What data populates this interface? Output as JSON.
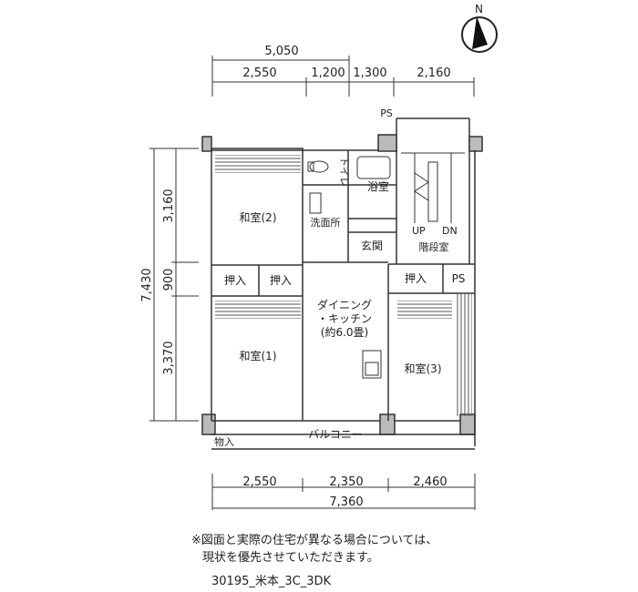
{
  "dimensions": {
    "top_total": "5,050",
    "top_segments": [
      "2,550",
      "1,200",
      "1,300",
      "2,160"
    ],
    "left_total": "7,430",
    "left_segments": [
      "3,160",
      "900",
      "3,370"
    ],
    "bottom_segments": [
      "2,550",
      "2,350",
      "2,460"
    ],
    "bottom_total": "7,360"
  },
  "rooms": {
    "washitsu_2": "和室(2)",
    "washitsu_1": "和室(1)",
    "washitsu_3": "和室(3)",
    "dining_line1": "ダイニング",
    "dining_line2": "・キッチン",
    "dining_line3": "(約6.0畳)",
    "toilet": "トイレ",
    "bath": "浴室",
    "washroom": "洗面所",
    "entrance": "玄関",
    "stairwell": "階段室",
    "oshiire_left_1": "押入",
    "oshiire_left_2": "押入",
    "oshiire_right": "押入",
    "ps_right": "PS",
    "ps_top": "PS",
    "balcony": "バルコニー",
    "storage": "物入",
    "up": "UP",
    "dn": "DN"
  },
  "compass": {
    "label": "N"
  },
  "note": {
    "line1": "※図面と実際の住宅が異なる場合については、",
    "line2": "現状を優先させていただきます。"
  },
  "code": "30195_米本_3C_3DK"
}
